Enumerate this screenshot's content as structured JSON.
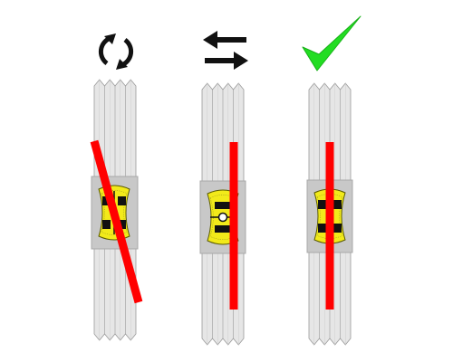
{
  "colors": {
    "background": "#ffffff",
    "strip_fill": "#e6e6e6",
    "strip_stroke": "#9a9a9a",
    "holder_fill": "#c8c8c8",
    "holder_stroke": "#a8a8a8",
    "sample_fill": "#f2ea1a",
    "sample_stroke": "#5a5a00",
    "sample_mark": "#111111",
    "sample_hole": "#ffffff",
    "rod": "#ff0000",
    "icon_dark": "#111111",
    "check": "#22dd22"
  },
  "panels": [
    {
      "icon": "rotate-icon",
      "rod_alignment": "tilted",
      "sample_orientation": "vertical"
    },
    {
      "icon": "shift-arrows-icon",
      "rod_alignment": "offset",
      "sample_orientation": "horizontal"
    },
    {
      "icon": "checkmark-icon",
      "rod_alignment": "centered",
      "sample_orientation": "vertical"
    }
  ]
}
